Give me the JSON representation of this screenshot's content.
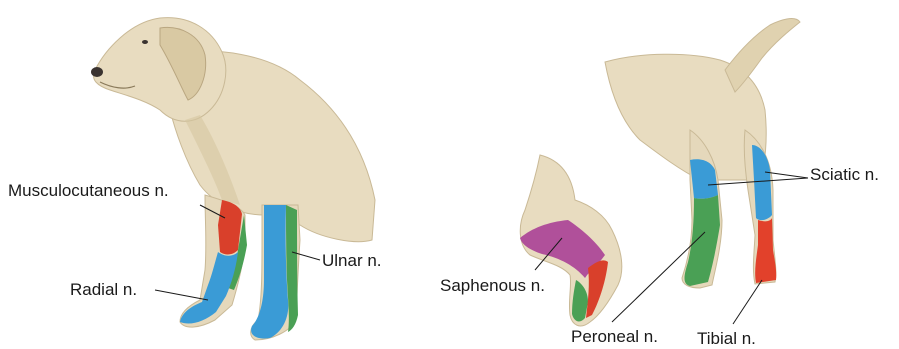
{
  "colors": {
    "background": "#ffffff",
    "coat": "#e8dcc0",
    "coat_shadow": "#c9b996",
    "musculocutaneous": "#d9402b",
    "radial": "#3a9bd6",
    "ulnar": "#4aa055",
    "sciatic": "#3a9bd6",
    "peroneal": "#4aa055",
    "tibial": "#e2412b",
    "saphenous": "#b0509a"
  },
  "labels": {
    "musculocutaneous": "Musculocutaneous n.",
    "radial": "Radial n.",
    "ulnar": "Ulnar n.",
    "sciatic": "Sciatic n.",
    "saphenous": "Saphenous n.",
    "peroneal": "Peroneal n.",
    "tibial": "Tibial n."
  }
}
